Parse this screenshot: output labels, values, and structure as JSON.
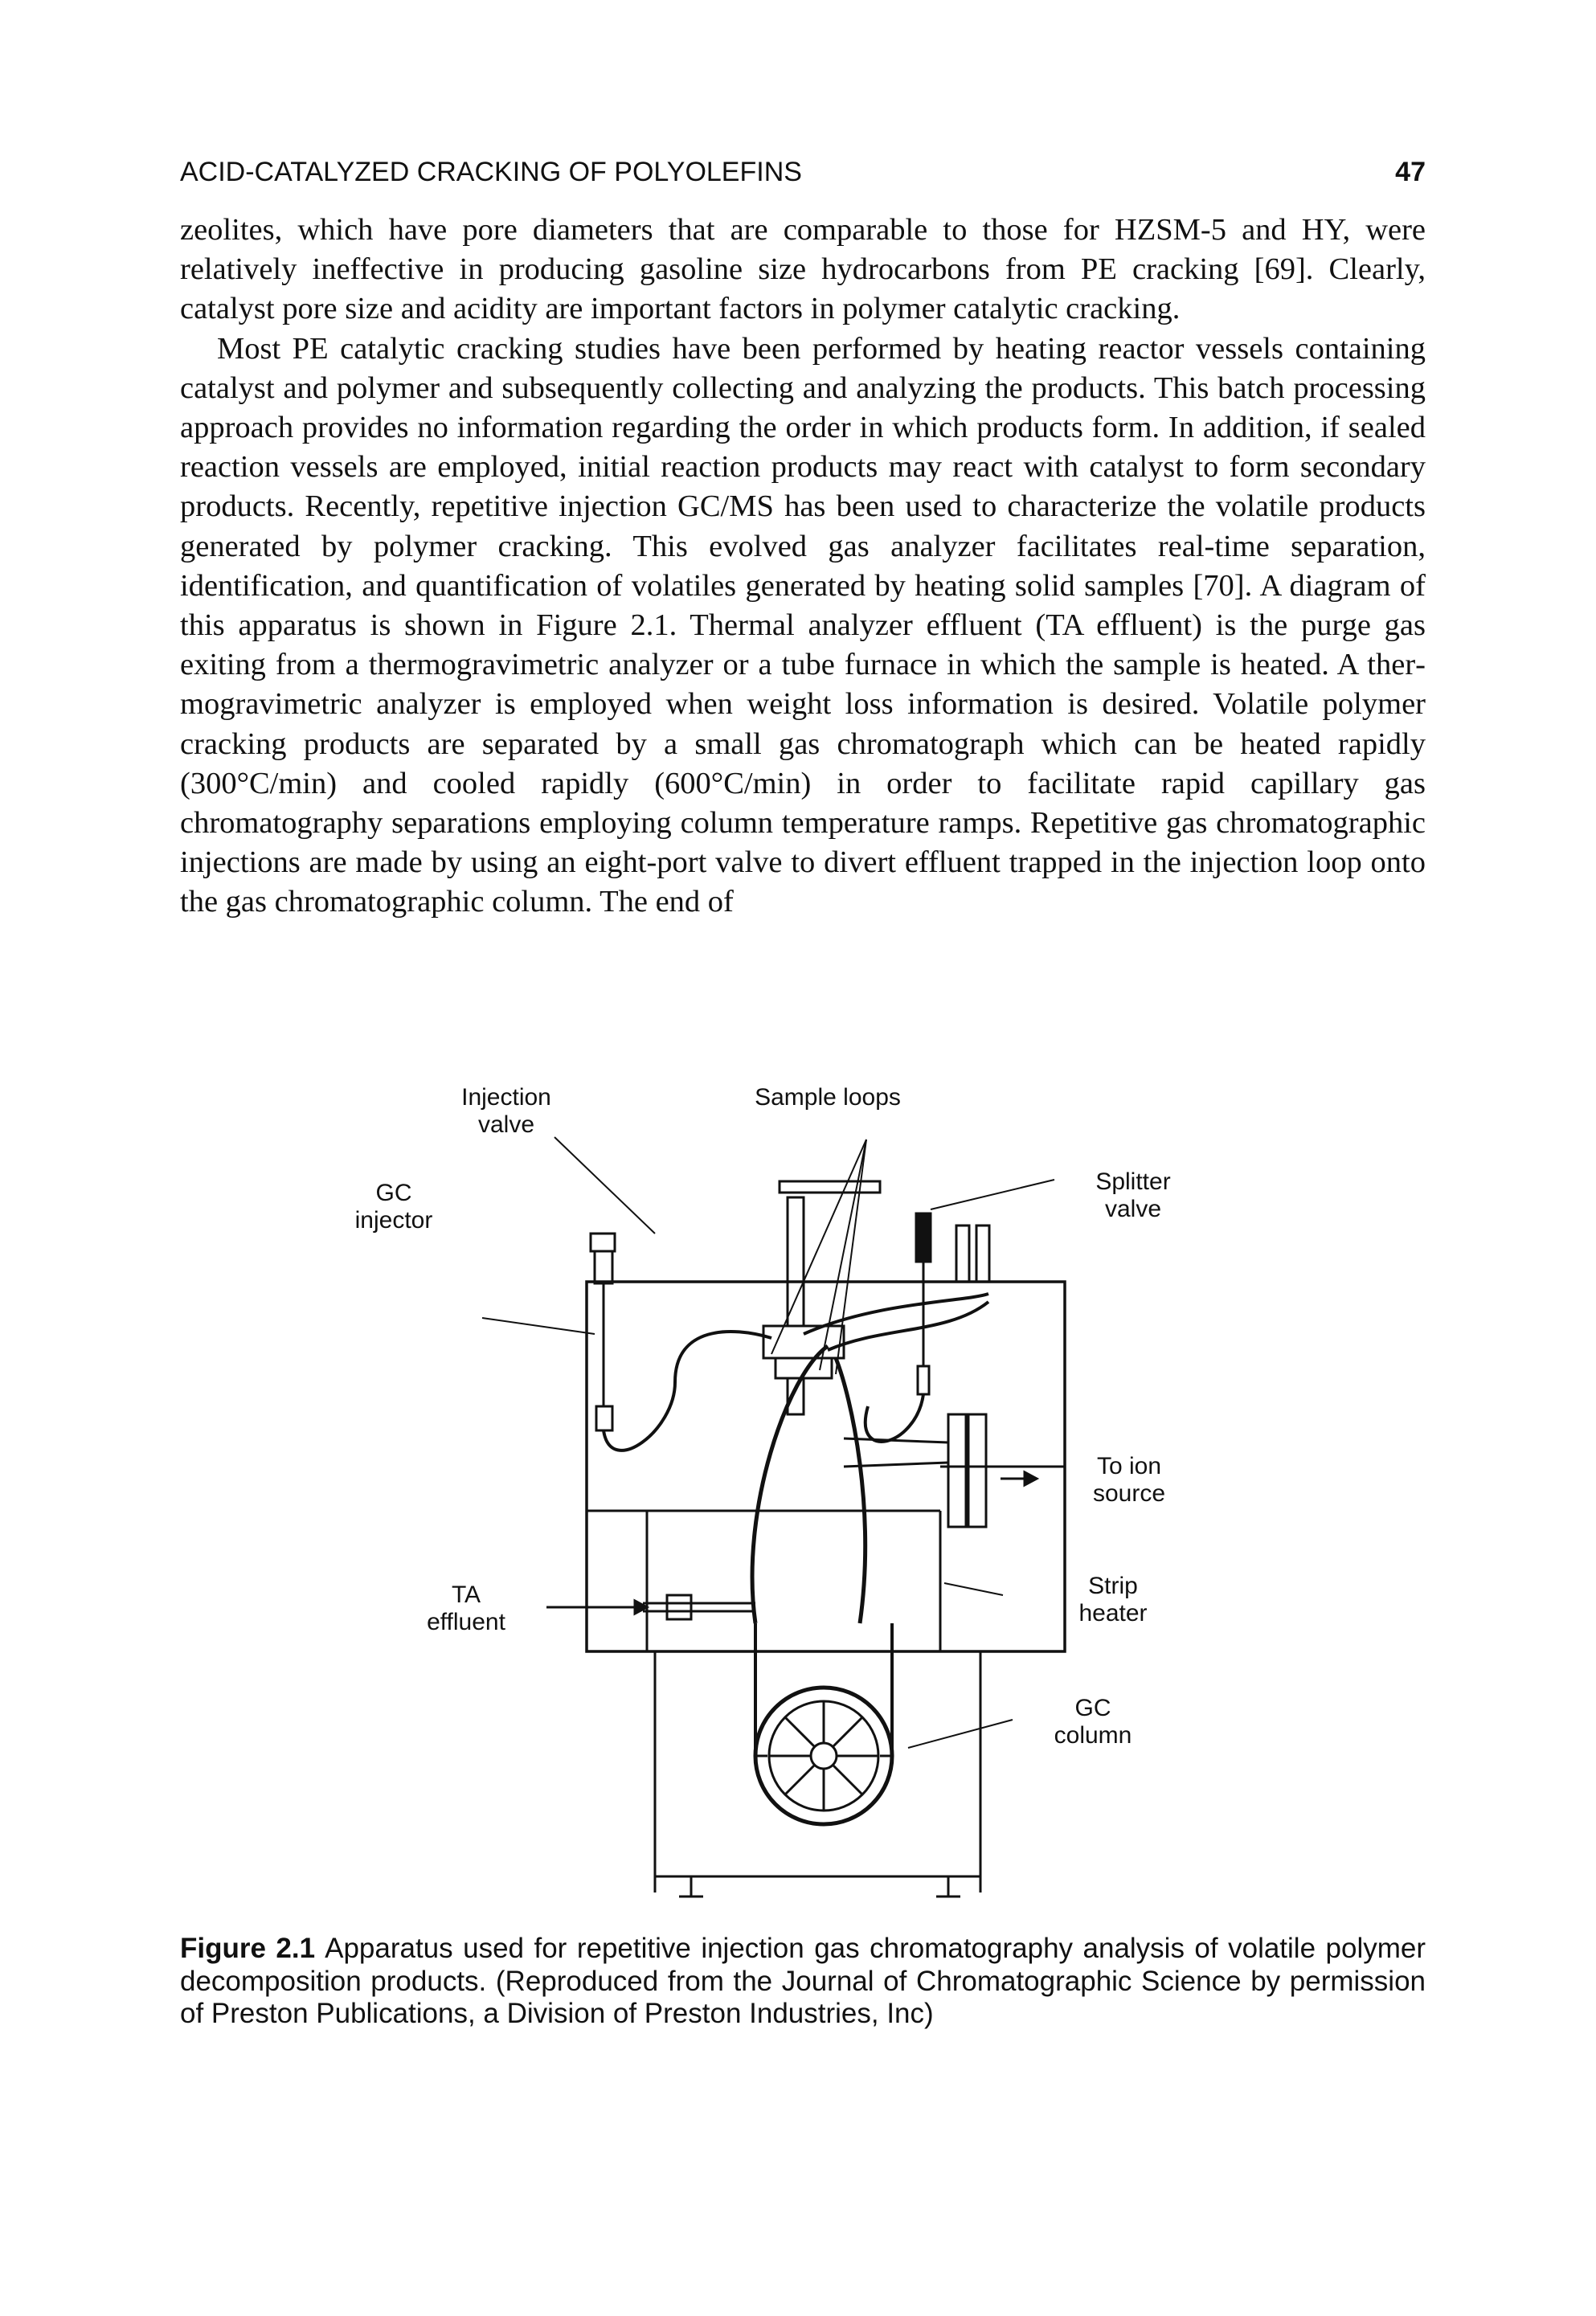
{
  "header": {
    "running_title": "ACID-CATALYZED CRACKING OF POLYOLEFINS",
    "page_number": "47"
  },
  "body": {
    "paragraph_1": "zeolites, which have pore diameters that are comparable to those for HZSM-5 and HY, were relatively ineffective in producing gasoline size hydrocarbons from PE cracking [69]. Clearly, catalyst pore size and acidity are important factors in polymer catalytic cracking.",
    "paragraph_2": "Most PE catalytic cracking studies have been performed by heating reactor vessels con­taining catalyst and polymer and subsequently collecting and analyzing the products. This batch processing approach provides no information regarding the order in which prod­ucts form. In addition, if sealed reaction vessels are employed, initial reaction products may react with catalyst to form secondary products. Recently, repetitive injection GC/MS has been used to characterize the volatile products generated by polymer cracking. This evolved gas analyzer facilitates real-time separation, identification, and quantification of volatiles generated by heating solid samples [70]. A diagram of this apparatus is shown in Figure 2.1. Thermal analyzer effluent (TA effluent) is the purge gas exiting from a thermogravimetric analyzer or a tube furnace in which the sample is heated. A ther­mogravimetric analyzer is employed when weight loss information is desired. Volatile polymer cracking products are separated by a small gas chromatograph which can be heated rapidly (300°C/min) and cooled rapidly (600°C/min) in order to facilitate rapid capillary gas chromatography separations employing column temperature ramps. Repet­itive gas chromatographic injections are made by using an eight-port valve to divert effluent trapped in the injection loop onto the gas chromatographic column. The end of"
  },
  "figure": {
    "labels": {
      "injection_valve_1": "Injection",
      "injection_valve_2": "valve",
      "sample_loops": "Sample loops",
      "gc_injector_1": "GC",
      "gc_injector_2": "injector",
      "splitter_valve_1": "Splitter",
      "splitter_valve_2": "valve",
      "to_ion_source_1": "To ion",
      "to_ion_source_2": "source",
      "ta_effluent_1": "TA",
      "ta_effluent_2": "effluent",
      "strip_heater_1": "Strip",
      "strip_heater_2": "heater",
      "gc_column_1": "GC",
      "gc_column_2": "column"
    }
  },
  "caption": {
    "number": "Figure 2.1",
    "text": "Apparatus used for repetitive injection gas chromatography analysis of volatile polymer decomposition products. (Reproduced from the Journal of Chromato­graphic Science by permission of Preston Publications, a Division of Preston Industries, Inc)"
  }
}
